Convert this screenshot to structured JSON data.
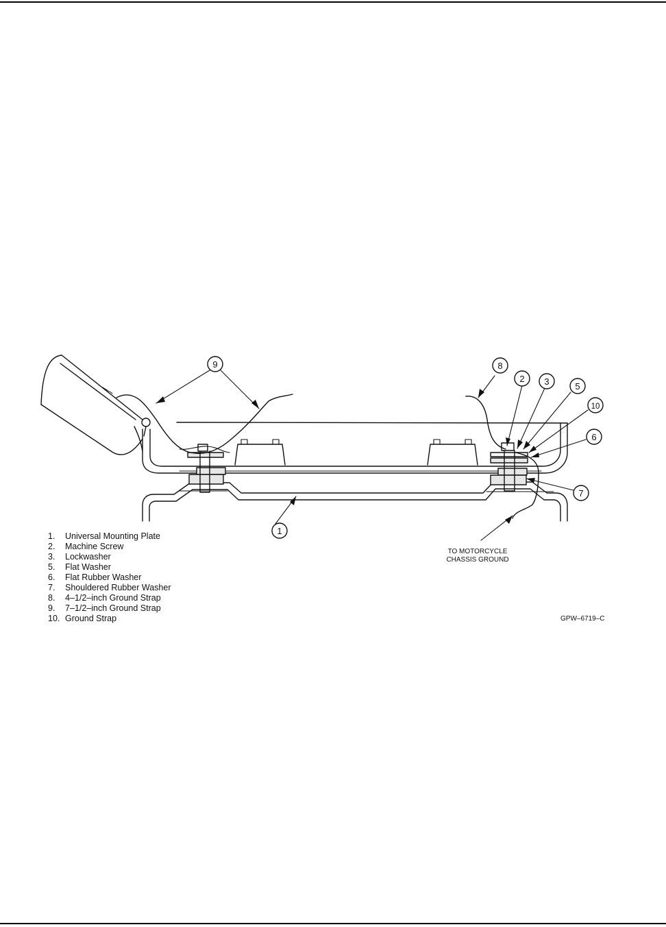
{
  "callouts": {
    "c1": "1",
    "c2": "2",
    "c3": "3",
    "c5": "5",
    "c6": "6",
    "c7": "7",
    "c8": "8",
    "c9": "9",
    "c10": "10"
  },
  "note": {
    "line1": "TO MOTORCYCLE",
    "line2": "CHASSIS GROUND"
  },
  "legend": [
    {
      "num": "1.",
      "label": "Universal Mounting Plate"
    },
    {
      "num": "2.",
      "label": "Machine Screw"
    },
    {
      "num": "3.",
      "label": "Lockwasher"
    },
    {
      "num": "5.",
      "label": "Flat Washer"
    },
    {
      "num": "6.",
      "label": "Flat Rubber Washer"
    },
    {
      "num": "7.",
      "label": "Shouldered Rubber Washer"
    },
    {
      "num": "8.",
      "label": "4–1/2–inch Ground Strap"
    },
    {
      "num": "9.",
      "label": "7–1/2–inch Ground Strap"
    },
    {
      "num": "10.",
      "label": "Ground Strap"
    }
  ],
  "figure_id": "GPW–6719–C"
}
